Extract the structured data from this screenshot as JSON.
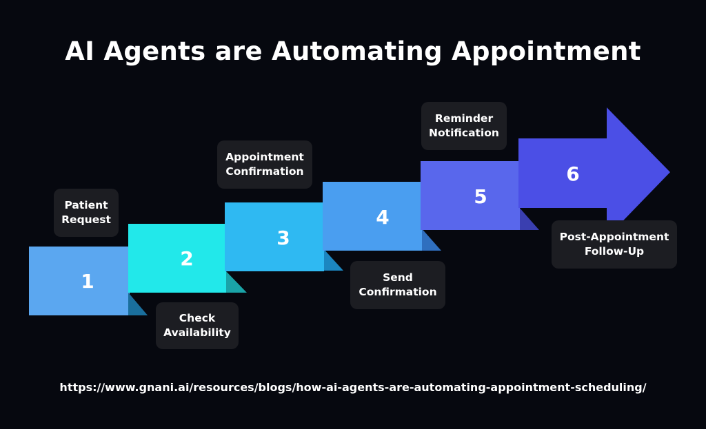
{
  "title": "AI Agents are Automating Appointment",
  "steps": [
    {
      "number": "1",
      "label": "Patient\nRequest",
      "color": "#5ba7f0"
    },
    {
      "number": "2",
      "label": "Check\nAvailability",
      "color": "#22e8ea"
    },
    {
      "number": "3",
      "label": "Appointment\nConfirmation",
      "color": "#2fb9f2"
    },
    {
      "number": "4",
      "label": "Send\nConfirmation",
      "color": "#4a9ef0"
    },
    {
      "number": "5",
      "label": "Reminder\nNotification",
      "color": "#5967ec"
    },
    {
      "number": "6",
      "label": "Post-Appointment\nFollow-Up",
      "color": "#4b4fe6"
    }
  ],
  "source_url": "https://www.gnani.ai/resources/blogs/how-ai-agents-are-automating-appointment-scheduling/",
  "colors": {
    "background": "#06080f",
    "label_box": "#1c1d22"
  }
}
